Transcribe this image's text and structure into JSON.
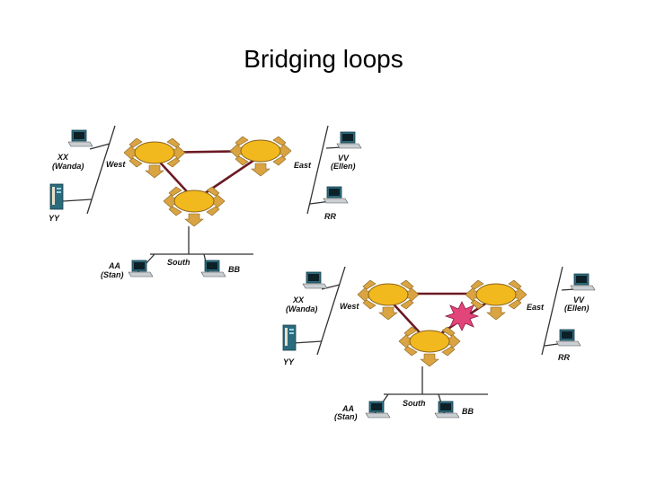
{
  "title": "Bridging loops",
  "colors": {
    "bridge_fill": "#f2b91e",
    "bridge_arrows": "#d9a441",
    "link": "#6b1a24",
    "burst": "#e2457a",
    "pc_body": "#2b6b7e"
  },
  "diagrams": [
    {
      "segments": {
        "west": "West",
        "east": "East",
        "south": "South"
      },
      "hosts": {
        "xx": [
          "XX",
          "(Wanda)"
        ],
        "yy": "YY",
        "vv": [
          "VV",
          "(Ellen)"
        ],
        "rr": "RR",
        "aa": [
          "AA",
          "(Stan)"
        ],
        "bb": "BB"
      },
      "broken_link": false
    },
    {
      "segments": {
        "west": "West",
        "east": "East",
        "south": "South"
      },
      "hosts": {
        "xx": [
          "XX",
          "(Wanda)"
        ],
        "yy": "YY",
        "vv": [
          "VV",
          "(Ellen)"
        ],
        "rr": "RR",
        "aa": [
          "AA",
          "(Stan)"
        ],
        "bb": "BB"
      },
      "broken_link": true
    }
  ]
}
